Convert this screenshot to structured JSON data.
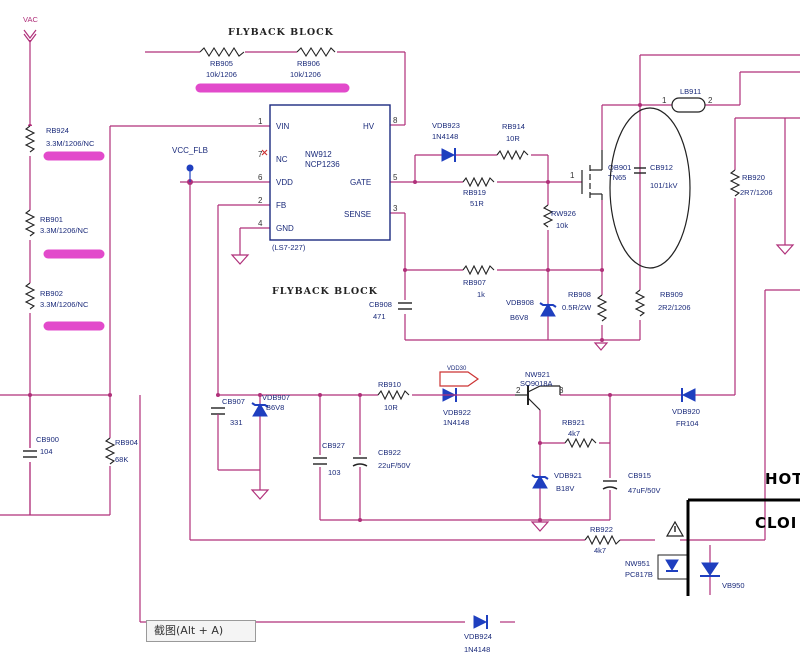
{
  "titles": {
    "flyback_top": "FLYBACK BLOCK",
    "flyback_mid": "FLYBACK BLOCK",
    "hot": "HOT",
    "cold": "CLOI"
  },
  "nets": {
    "vac": "VAC",
    "vcc_flb": "VCC_FLB"
  },
  "ic": {
    "ref": "NW912",
    "part": "NCP1236",
    "sub": "(LS7-227)",
    "pins": [
      {
        "num": "1",
        "name": "VIN"
      },
      {
        "num": "7",
        "name": "NC"
      },
      {
        "num": "6",
        "name": "VDD"
      },
      {
        "num": "2",
        "name": "FB"
      },
      {
        "num": "4",
        "name": "GND"
      },
      {
        "num": "8",
        "name": "HV"
      },
      {
        "num": "5",
        "name": "GATE"
      },
      {
        "num": "3",
        "name": "SENSE"
      }
    ]
  },
  "components": {
    "rb905": {
      "ref": "RB905",
      "val": "10k/1206"
    },
    "rb906": {
      "ref": "RB906",
      "val": "10k/1206"
    },
    "rb924": {
      "ref": "RB924",
      "val": "3.3M/1206/NC"
    },
    "rb901": {
      "ref": "RB901",
      "val": "3.3M/1206/NC"
    },
    "rb902": {
      "ref": "RB902",
      "val": "3.3M/1206/NC"
    },
    "vdb923": {
      "ref": "VDB923",
      "val": "1N4148"
    },
    "rb914": {
      "ref": "RB914",
      "val": "10R"
    },
    "rb919": {
      "ref": "RB919",
      "val": "51R"
    },
    "qb901": {
      "ref": "QB901",
      "val": "TN65"
    },
    "cb912": {
      "ref": "CB912",
      "val": "101/1kV"
    },
    "lb911": {
      "ref": "LB911",
      "pin1": "1",
      "pin2": "2"
    },
    "rb920": {
      "ref": "RB920",
      "val": "2R7/1206"
    },
    "rw926": {
      "ref": "RW926",
      "val": "10k"
    },
    "rb907": {
      "ref": "RB907",
      "val": "1k"
    },
    "cb908": {
      "ref": "CB908",
      "val": "471"
    },
    "vdb908": {
      "ref": "VDB908",
      "val": "B6V8"
    },
    "rb908": {
      "ref": "RB908",
      "val": "0.5R/2W"
    },
    "rb909": {
      "ref": "RB909",
      "val": "2R2/1206"
    },
    "cb907": {
      "ref": "CB907",
      "val": "331"
    },
    "vdb907": {
      "ref": "VDB907",
      "val": "B6V8"
    },
    "rb910": {
      "ref": "RB910",
      "val": "10R"
    },
    "vdd30": {
      "ref": "VDD30"
    },
    "vdb922": {
      "ref": "VDB922",
      "val": "1N4148"
    },
    "nw921": {
      "ref": "NW921",
      "val": "SO9018A",
      "pin2": "2",
      "pin3": "3"
    },
    "vdb920": {
      "ref": "VDB920",
      "val": "FR104"
    },
    "rb921": {
      "ref": "RB921",
      "val": "4k7"
    },
    "cb927": {
      "ref": "CB927",
      "val": "103"
    },
    "cb922": {
      "ref": "CB922",
      "val": "22uF/50V"
    },
    "vdb921": {
      "ref": "VDB921",
      "val": "B18V"
    },
    "cb915": {
      "ref": "CB915",
      "val": "47uF/50V"
    },
    "cb900": {
      "ref": "CB900",
      "val": "104"
    },
    "rb904": {
      "ref": "RB904",
      "val": "68K"
    },
    "rb922": {
      "ref": "RB922",
      "val": "4k7"
    },
    "nw951": {
      "ref": "NW951",
      "val": "PC817B"
    },
    "vb950": {
      "ref": "VB950"
    },
    "vdb924": {
      "ref": "VDB924",
      "val": "1N4148"
    }
  },
  "screenshot_tip": "截图(Alt + A)",
  "highlight_color": "#e040c8",
  "wire_color": "#b0307a"
}
